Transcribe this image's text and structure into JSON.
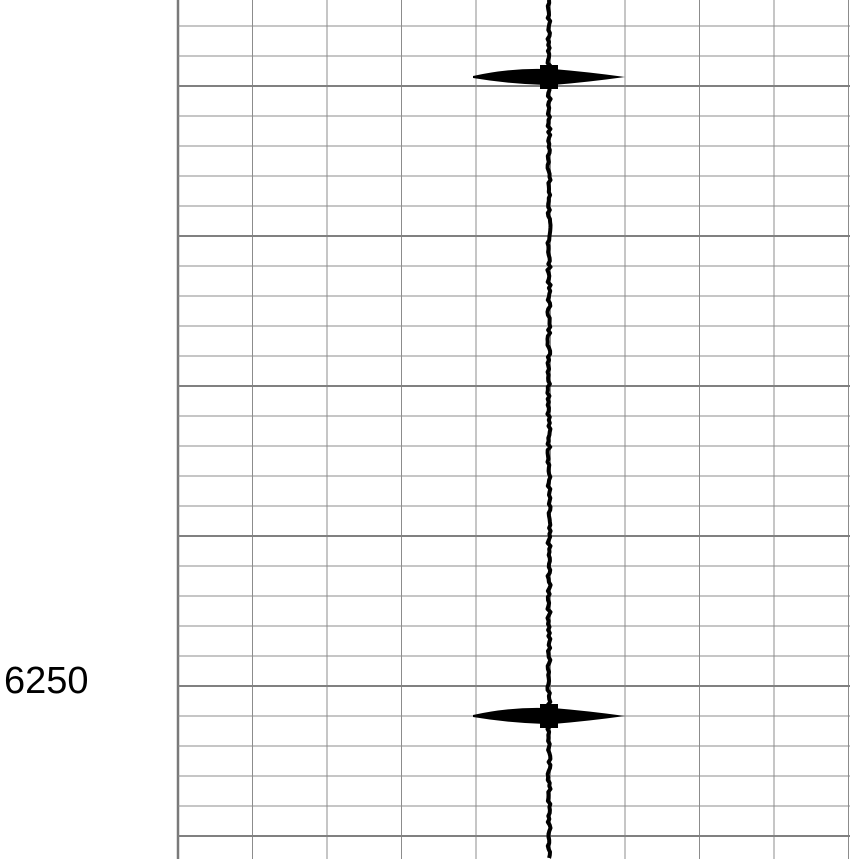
{
  "chart_data": {
    "type": "line",
    "title": "",
    "xlabel": "",
    "ylabel": "",
    "y_tick_labels": [
      "6250"
    ],
    "grid": true,
    "trace": {
      "baseline_level": 0,
      "color": "#000000",
      "spikes": [
        {
          "depth_offset_minor_divisions": -20.3,
          "deflection_divisions": 1.0
        },
        {
          "depth_offset_minor_divisions": 1.0,
          "deflection_divisions": 1.0
        }
      ]
    },
    "colors": {
      "grid": "#8c8c8c",
      "trace": "#000000",
      "background": "#ffffff"
    }
  }
}
